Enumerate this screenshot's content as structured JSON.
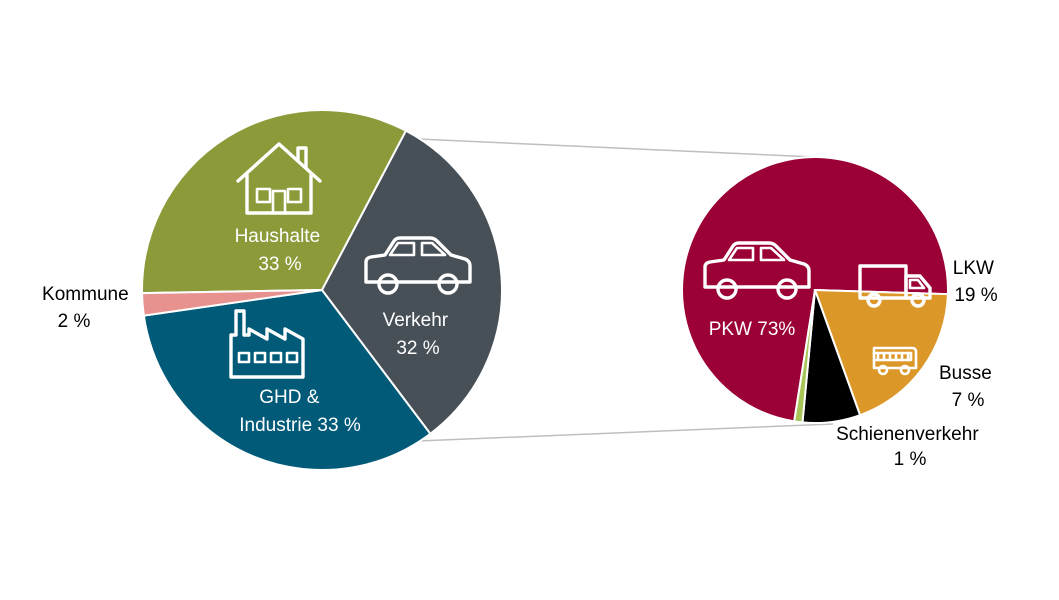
{
  "chart_data": [
    {
      "type": "pie",
      "categories": [
        "Haushalte",
        "Verkehr",
        "GHD & Industrie",
        "Kommune"
      ],
      "values": [
        33,
        32,
        33,
        2
      ],
      "colors": [
        "#8c9a3a",
        "#474f57",
        "#005a78",
        "#e8928f"
      ],
      "labels": [
        {
          "line1": "Haushalte",
          "line2": "33 %"
        },
        {
          "line1": "Verkehr",
          "line2": "32 %"
        },
        {
          "line1": "GHD &",
          "line2": "Industrie 33 %"
        },
        {
          "line1": "Kommune",
          "line2": "2 %"
        }
      ],
      "icons": [
        "house-icon",
        "car-icon",
        "factory-icon"
      ]
    },
    {
      "type": "pie",
      "categories": [
        "PKW",
        "LKW",
        "Busse",
        "Schienenverkehr"
      ],
      "values": [
        73,
        19,
        7,
        1
      ],
      "colors": [
        "#9b0036",
        "#dc9729",
        "#000000",
        "#a8c55a"
      ],
      "labels": [
        {
          "line1": "PKW 73%",
          "line2": ""
        },
        {
          "line1": "LKW",
          "line2": "19 %"
        },
        {
          "line1": "Busse",
          "line2": "7 %"
        },
        {
          "line1": "Schienenverkehr",
          "line2": "1 %"
        }
      ],
      "icons": [
        "car-icon",
        "truck-icon",
        "bus-icon"
      ]
    }
  ]
}
